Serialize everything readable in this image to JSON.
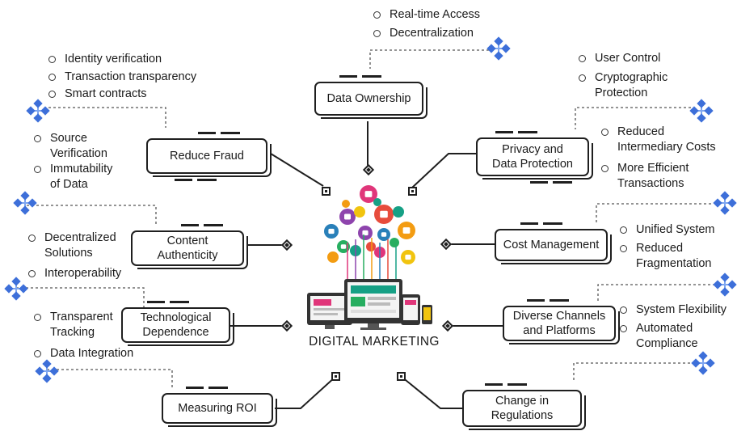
{
  "center": {
    "title": "DIGITAL MARKETING"
  },
  "boxes": [
    {
      "label": "Data Ownership"
    },
    {
      "label": "Reduce Fraud"
    },
    {
      "label": "Privacy and\nData Protection"
    },
    {
      "label": "Content\nAuthenticity"
    },
    {
      "label": "Cost Management"
    },
    {
      "label": "Technological\nDependence"
    },
    {
      "label": "Diverse Channels\nand Platforms"
    },
    {
      "label": "Measuring ROI"
    },
    {
      "label": "Change in\nRegulations"
    }
  ],
  "bullets": {
    "data_ownership": [
      "Real-time Access",
      "Decentralization"
    ],
    "reduce_fraud": [
      "Identity verification",
      "Transaction transparency",
      "Smart contracts"
    ],
    "content_authenticity_top": [
      "Source\nVerification",
      "Immutability\nof Data"
    ],
    "privacy": [
      "User Control",
      "Cryptographic\nProtection"
    ],
    "cost_top": [
      "Reduced\nIntermediary Costs",
      "More Efficient\nTransactions"
    ],
    "content_authenticity": [
      "Decentralized\nSolutions",
      "Interoperability"
    ],
    "cost_management": [
      "Unified System",
      "Reduced\nFragmentation"
    ],
    "technological": [
      "Transparent\nTracking",
      "Data Integration"
    ],
    "diverse": [
      "System Flexibility",
      "Automated\nCompliance"
    ]
  },
  "colors": {
    "line": "#1f1f1f",
    "blockchain": "#3d6fd9",
    "blockchain_light": "#7fa6f0",
    "icons": [
      "#e0367a",
      "#8e44ad",
      "#27ae60",
      "#f39c12",
      "#2980b9",
      "#e74c3c",
      "#16a085",
      "#f1c40f"
    ]
  }
}
